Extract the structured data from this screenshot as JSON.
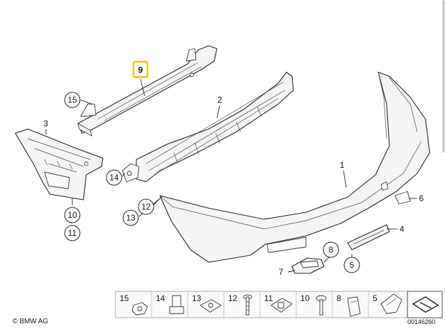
{
  "callouts": {
    "p1": "1",
    "p2": "2",
    "p3": "3",
    "p4": "4",
    "p5": "5",
    "p6": "6",
    "p7": "7",
    "p8": "8",
    "p9": "9",
    "p10": "10",
    "p11": "11",
    "p12": "12",
    "p13": "13",
    "p14": "14",
    "p15": "15"
  },
  "legend": [
    {
      "num": "15",
      "icon": "clip-nut-icon"
    },
    {
      "num": "14",
      "icon": "expanding-nut-icon"
    },
    {
      "num": "13",
      "icon": "spring-nut-icon"
    },
    {
      "num": "12",
      "icon": "screw-icon"
    },
    {
      "num": "11",
      "icon": "sheet-nut-icon"
    },
    {
      "num": "10",
      "icon": "collar-screw-icon"
    },
    {
      "num": "8",
      "icon": "bracket-icon"
    },
    {
      "num": "5",
      "icon": "holder-icon"
    }
  ],
  "highlight_color": "#f2c200",
  "copyright": "© BMW AG",
  "diagram_id": "00146260"
}
